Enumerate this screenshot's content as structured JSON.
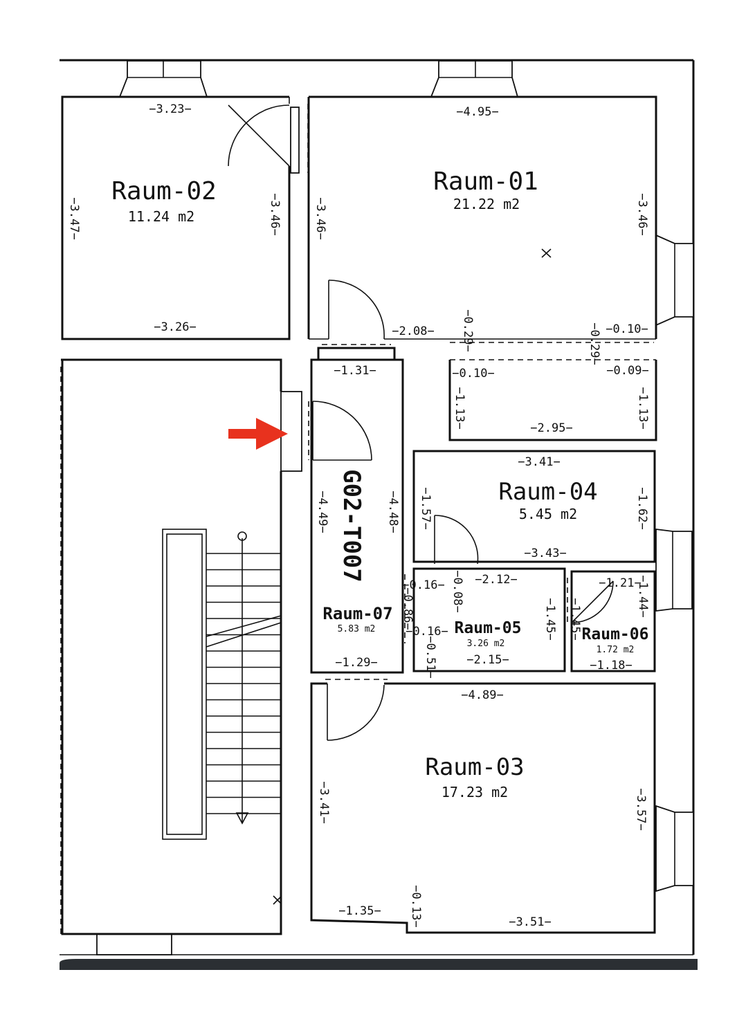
{
  "rooms": {
    "raum01": {
      "name": "Raum-01",
      "area": "21.22 m2"
    },
    "raum02": {
      "name": "Raum-02",
      "area": "11.24 m2"
    },
    "raum03": {
      "name": "Raum-03",
      "area": "17.23 m2"
    },
    "raum04": {
      "name": "Raum-04",
      "area": "5.45 m2"
    },
    "raum05": {
      "name": "Raum-05",
      "area": "3.26 m2"
    },
    "raum06": {
      "name": "Raum-06",
      "area": "1.72 m2"
    },
    "raum07": {
      "name": "Raum-07",
      "area": "5.83 m2"
    },
    "corridor": {
      "name": "G02-T007"
    }
  },
  "dims": {
    "r02_top": "−3.23−",
    "r02_bottom": "−3.26−",
    "r02_left": "−3.47−",
    "r02_right": "−3.46−",
    "r01_top": "−4.95−",
    "r01_left": "−3.46−",
    "r01_right": "−3.46−",
    "r01_door": "−2.08−",
    "r01_029a": "−0.29−",
    "r01_029b": "−0.29−",
    "r01_010": "−0.10−",
    "c_top": "−1.31−",
    "c_left": "−4.49−",
    "c_right": "−4.48−",
    "r07_bottom": "−1.29−",
    "s_010": "−0.10−",
    "s_009": "−0.09−",
    "s_left": "−1.13−",
    "s_right": "−1.13−",
    "s_bottom": "−2.95−",
    "r04_top": "−3.41−",
    "r04_left": "−1.57−",
    "r04_right": "−1.62−",
    "r04_bottom": "−3.43−",
    "r05_016a": "−0.16−",
    "r05_008": "−0.08−",
    "r05_top": "−2.12−",
    "r05_086": "−0.86−",
    "r05_016b": "−0.16−",
    "r05_145": "−1.45−",
    "r05_051": "−0.51−",
    "r05_bottom": "−2.15−",
    "r06_top": "−1.21−",
    "r06_145": "−1.45−",
    "r06_144": "−1.44−",
    "r06_bottom": "−1.18−",
    "r03_top": "−4.89−",
    "r03_left": "−3.41−",
    "r03_right": "−3.57−",
    "r03_135": "−1.35−",
    "r03_013": "−0.13−",
    "r03_bottom": "−3.51−"
  },
  "colors": {
    "arrow": "#e8321e",
    "line": "#111111",
    "bottom_bar": "#2b2f33"
  }
}
